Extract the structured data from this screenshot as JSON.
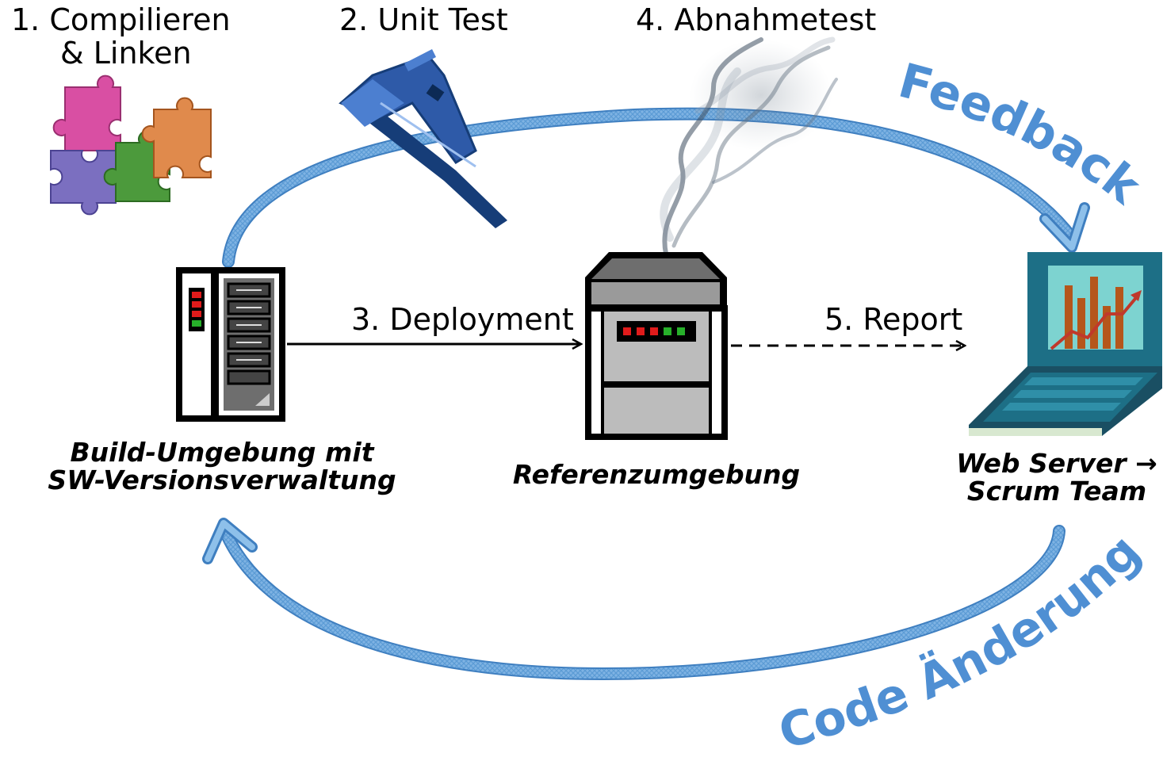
{
  "steps": {
    "compile_line1": "1. Compilieren",
    "compile_line2": "& Linken",
    "unit_test": "2. Unit Test",
    "deployment": "3. Deployment",
    "acceptance_test": "4. Abnahmetest",
    "report": "5. Report"
  },
  "nodes": {
    "build_line1": "Build-Umgebung mit",
    "build_line2": "SW-Versionsverwaltung",
    "reference": "Referenzumgebung",
    "web_line1": "Web Server →",
    "web_line2": "Scrum Team"
  },
  "loop_labels": {
    "feedback": "Feedback",
    "code_change": "Code Änderung"
  },
  "icons": {
    "puzzle": "puzzle-pieces-icon",
    "caliper": "caliper-icon",
    "smoke": "smoke-icon",
    "build_server": "tower-server-icon",
    "reference_server": "mainframe-server-icon",
    "laptop": "laptop-chart-icon"
  },
  "colors": {
    "loop_arrow": "#5b9bd5",
    "loop_text": "#4f8fd3",
    "puzzle_pink": "#d94fa3",
    "puzzle_orange": "#e08a4c",
    "puzzle_purple": "#7b6fc0",
    "puzzle_green": "#4c9a3c",
    "caliper_blue": "#2e5aa8",
    "laptop_teal": "#1d6f86",
    "laptop_screen": "#7dd3d0",
    "bar_color": "#b5561b",
    "trend_color": "#c0392b",
    "led_red": "#e01b1b",
    "led_green": "#27b02a"
  }
}
